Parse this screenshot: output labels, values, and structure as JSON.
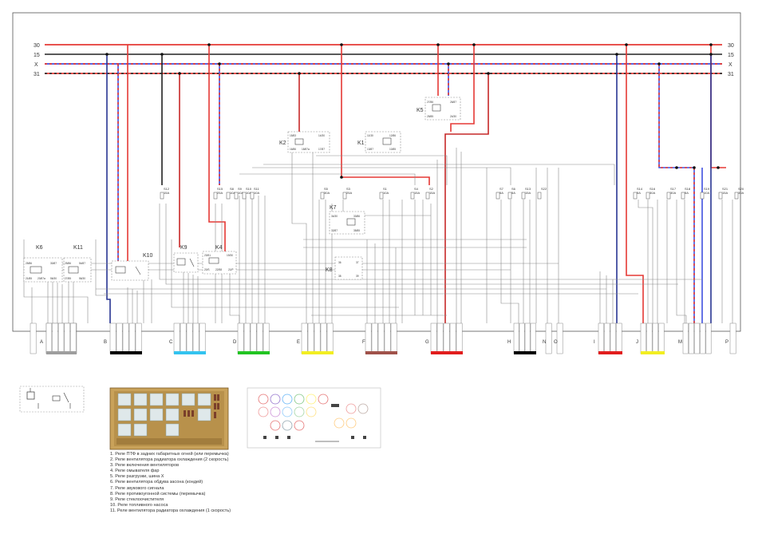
{
  "buses": [
    {
      "label": "30",
      "color": "#e53935",
      "style": "solid"
    },
    {
      "label": "15",
      "color": "#222222",
      "style": "solid"
    },
    {
      "label": "X",
      "color": "#3f51e0",
      "style": "dash-red"
    },
    {
      "label": "31",
      "color": "#e53935",
      "style": "dash-black"
    }
  ],
  "relays": [
    {
      "label": "K6"
    },
    {
      "label": "K11"
    },
    {
      "label": "K10"
    },
    {
      "label": "K9"
    },
    {
      "label": "K4"
    },
    {
      "label": "K2"
    },
    {
      "label": "K1"
    },
    {
      "label": "K5"
    },
    {
      "label": "K7"
    },
    {
      "label": "K8"
    }
  ],
  "relay_pins": {
    "k6": [
      "25/86",
      "30/87",
      "21/85",
      "23/87a",
      "56/30"
    ],
    "k11": [
      "25/86",
      "54/87",
      "27/85",
      "56/30"
    ],
    "k4": [
      "23/51",
      "19/30",
      "20/S",
      "22/58",
      "21/P"
    ],
    "k2": [
      "15/83",
      "14/30",
      "16/86",
      "18/87a",
      "17/87"
    ],
    "k1": [
      "11/30",
      "12/86",
      "13/87",
      "10/85"
    ],
    "k5": [
      "27/86",
      "26/87",
      "25/85",
      "24/30"
    ],
    "k7": [
      "34/30",
      "33/86",
      "32/87",
      "35/85"
    ],
    "k8": [
      "36",
      "37",
      "38",
      "39"
    ]
  },
  "fuses": [
    {
      "name": "S12",
      "rating": "15A"
    },
    {
      "name": "S15",
      "rating": "25A"
    },
    {
      "name": "S8",
      "rating": "10A"
    },
    {
      "name": "S9",
      "rating": "10A"
    },
    {
      "name": "S10",
      "rating": "10A"
    },
    {
      "name": "S11",
      "rating": "10A"
    },
    {
      "name": "S5",
      "rating": "30A"
    },
    {
      "name": "S3",
      "rating": "25A"
    },
    {
      "name": "S1",
      "rating": "10A"
    },
    {
      "name": "S4",
      "rating": "15A"
    },
    {
      "name": "S2",
      "rating": "15A"
    },
    {
      "name": "S7",
      "rating": "5A"
    },
    {
      "name": "S6",
      "rating": "5A"
    },
    {
      "name": "S13",
      "rating": "15A"
    },
    {
      "name": "S22",
      "rating": ""
    },
    {
      "name": "S14",
      "rating": "5A"
    },
    {
      "name": "S16",
      "rating": "30A"
    },
    {
      "name": "S17",
      "rating": "30A"
    },
    {
      "name": "S18",
      "rating": "5A"
    },
    {
      "name": "S19",
      "rating": "10A"
    },
    {
      "name": "S21",
      "rating": "15A"
    },
    {
      "name": "S20",
      "rating": "30A"
    }
  ],
  "connectors": [
    {
      "label": "A",
      "stripe": ""
    },
    {
      "label": "B",
      "stripe": "#000000"
    },
    {
      "label": "C",
      "stripe": "#33c3ef"
    },
    {
      "label": "D",
      "stripe": "#22c422"
    },
    {
      "label": "E",
      "stripe": "#f2ee22"
    },
    {
      "label": "F",
      "stripe": "#a0524a"
    },
    {
      "label": "G",
      "stripe": "#e11d1d"
    },
    {
      "label": "H",
      "stripe": "#000000"
    },
    {
      "label": "N",
      "stripe": ""
    },
    {
      "label": "O",
      "stripe": ""
    },
    {
      "label": "I",
      "stripe": "#e11d1d"
    },
    {
      "label": "J",
      "stripe": "#f2ee22"
    },
    {
      "label": "M",
      "stripe": ""
    },
    {
      "label": "P",
      "stripe": ""
    }
  ],
  "legend": [
    "1. Реле ПТФ в задних габаритных огней  (или перемычка)",
    "2. Реле вентилятора радиатора охлаждения (2 скорость)",
    "3. Реле включения вентиляторов",
    "4. Реле омывателя фар",
    "5. Реле разгрузки, шина X",
    "6. Реле вентилятора обдува засона (кондей)",
    "7. Реле звукового сигнала",
    "8. Реле противоугонной системы (перемычка)",
    "9. Реле стеклоочистителя",
    "10. Реле топливного насоса",
    "11. Реле вентилятора радиатора охлаждения (1 скорость)"
  ],
  "colors": {
    "red": "#e53935",
    "black": "#222222",
    "blue": "#3f51e0",
    "thin": "#8a8a8a",
    "board": "#c9a25a"
  }
}
